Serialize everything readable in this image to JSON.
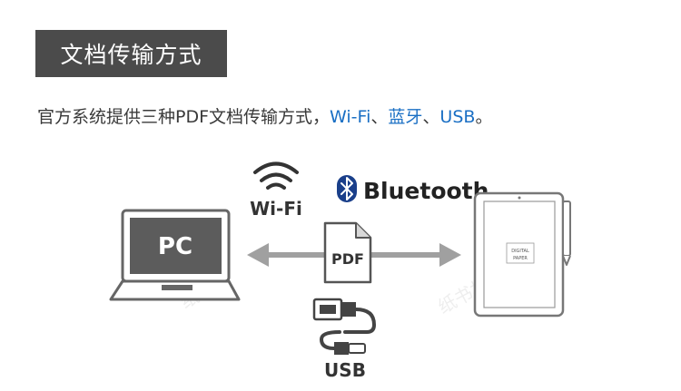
{
  "section_title": "文档传输方式",
  "intro": {
    "prefix": "官方系统提供三种PDF文档传输方式，",
    "wifi": "Wi-Fi",
    "sep1": "、",
    "bluetooth": "蓝牙",
    "sep2": "、",
    "usb": "USB",
    "suffix": "。",
    "highlight_color": "#1a6fc4"
  },
  "diagram": {
    "pc_label": "PC",
    "wifi_label": "Wi-Fi",
    "bluetooth_label": "Bluetooth",
    "pdf_label": "PDF",
    "usb_label": "USB",
    "device_screen_line1": "DIGITAL",
    "device_screen_line2": "PAPER",
    "watermark": "纸书林",
    "icons": [
      "wifi-icon",
      "bluetooth-icon",
      "pdf-file-icon",
      "usb-cable-icon",
      "laptop-icon",
      "e-paper-tablet-icon"
    ]
  }
}
